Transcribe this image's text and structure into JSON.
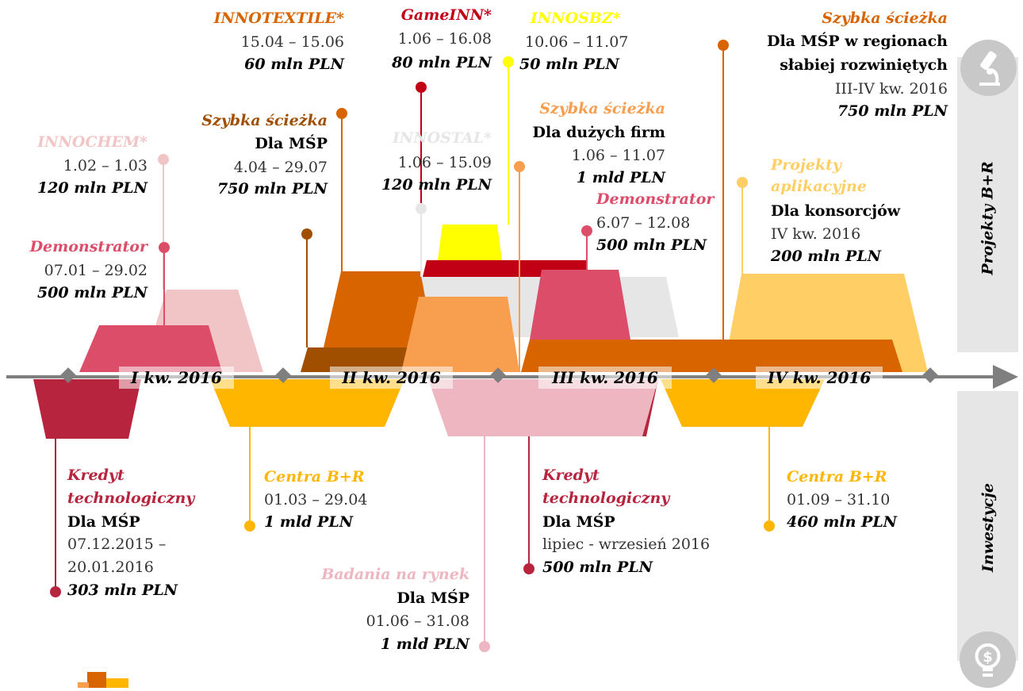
{
  "colors": {
    "orange": "#d86400",
    "dark_orange": "#a04f00",
    "light_orange": "#f79e4f",
    "red": "#c10016",
    "crimson": "#b7243d",
    "rose": "#db4d69",
    "pink": "#f1c5c6",
    "light_pink": "#eeb6c1",
    "yellow": "#ffff00",
    "gold": "#ffb600",
    "light_gold": "#ffcf66",
    "grey": "#e6e6e6",
    "axis": "#7f7f7f"
  },
  "timeline": {
    "quarters": [
      "I kw. 2016",
      "II kw. 2016",
      "III kw. 2016",
      "IV kw. 2016"
    ]
  },
  "sidebar": {
    "top_label": "Projekty B+R",
    "bottom_label": "Inwestycje",
    "top_icon": "microscope-icon",
    "bottom_icon": "lightbulb-dollar-icon"
  },
  "rd_programs": {
    "innochem": {
      "title": "INNOCHEM*",
      "dates": "1.02 – 1.03",
      "amount": "120 mln PLN",
      "color": "#f1c5c6"
    },
    "demonstrator_1": {
      "title": "Demonstrator",
      "dates": "07.01 – 29.02",
      "amount": "500 mln PLN",
      "color": "#db4d69"
    },
    "innotextile": {
      "title": "INNOTEXTILE*",
      "dates": "15.04 – 15.06",
      "amount": "60 mln PLN",
      "color": "#d86400"
    },
    "szybka_msp": {
      "title": "Szybka ścieżka",
      "subtitle": "Dla MŚP",
      "dates": "4.04 – 29.07",
      "amount": "750 mln PLN",
      "color": "#a04f00"
    },
    "gameinn": {
      "title": "GameINN*",
      "dates": "1.06 – 16.08",
      "amount": "80 mln PLN",
      "color": "#c10016"
    },
    "innostal": {
      "title": "INNOSTAL*",
      "dates": "1.06 – 15.09",
      "amount": "120 mln PLN",
      "color": "#e6e6e6"
    },
    "innosbz": {
      "title": "INNOSBZ*",
      "dates": "10.06 – 11.07",
      "amount": "50 mln PLN",
      "color": "#ffff00"
    },
    "szybka_duze": {
      "title": "Szybka ścieżka",
      "subtitle": "Dla dużych firm",
      "dates": "1.06 – 11.07",
      "amount": "1 mld PLN",
      "color": "#f79e4f"
    },
    "demonstrator_2": {
      "title": "Demonstrator",
      "dates": "6.07 – 12.08",
      "amount": "500 mln PLN",
      "color": "#db4d69"
    },
    "szybka_regiony": {
      "title": "Szybka ścieżka",
      "subtitle": "Dla MŚP w regionach słabiej rozwiniętych",
      "subtitle_lines": [
        "Dla MŚP w regionach",
        "słabiej rozwiniętych"
      ],
      "dates": "III-IV kw. 2016",
      "amount": "750 mln PLN",
      "color": "#d86400"
    },
    "projekty_aplikacyjne": {
      "title": "Projekty aplikacyjne",
      "title_lines": [
        "Projekty",
        "aplikacyjne"
      ],
      "subtitle": "Dla konsorcjów",
      "dates": "IV kw. 2016",
      "amount": "200 mln PLN",
      "color": "#ffcf66"
    }
  },
  "investment_programs": {
    "kredyt_1": {
      "title": "Kredyt technologiczny",
      "title_lines": [
        "Kredyt",
        "technologiczny"
      ],
      "subtitle": "Dla MŚP",
      "dates": "07.12.2015 – 20.01.2016",
      "dates_lines": [
        "07.12.2015 –",
        "20.01.2016"
      ],
      "amount": "303 mln PLN",
      "color": "#b7243d"
    },
    "centra_1": {
      "title": "Centra B+R",
      "dates": "01.03 – 29.04",
      "amount": "1 mld PLN",
      "color": "#ffb600"
    },
    "badania": {
      "title": "Badania na rynek",
      "subtitle": "Dla MŚP",
      "dates": "01.06 – 31.08",
      "amount": "1 mld PLN",
      "color": "#eeb6c1"
    },
    "kredyt_2": {
      "title": "Kredyt technologiczny",
      "title_lines": [
        "Kredyt",
        "technologiczny"
      ],
      "subtitle": "Dla MŚP",
      "dates": "lipiec - wrzesień 2016",
      "amount": "500 mln PLN",
      "color": "#b7243d"
    },
    "centra_2": {
      "title": "Centra B+R",
      "dates": "01.09 – 31.10",
      "amount": "460 mln PLN",
      "color": "#ffb600"
    }
  }
}
